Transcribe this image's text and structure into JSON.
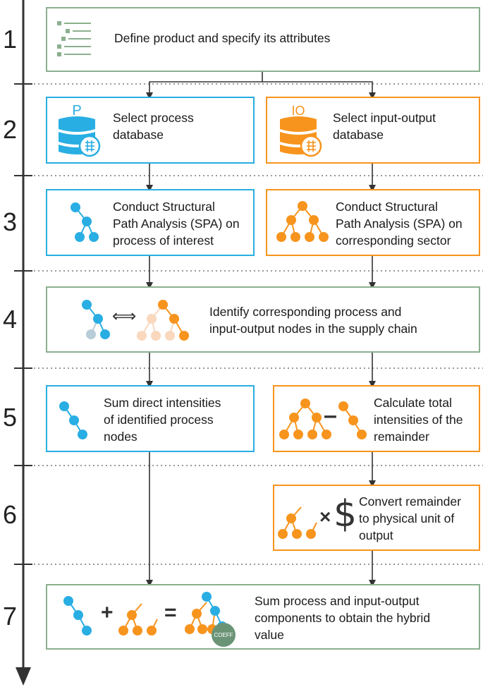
{
  "steps": {
    "s1": {
      "num": "1",
      "text": "Define product and specify its attributes"
    },
    "s2": {
      "num": "2",
      "left_text": "Select process\ndatabase",
      "right_text": "Select input-output\ndatabase"
    },
    "s3": {
      "num": "3",
      "left_text": "Conduct Structural\nPath Analysis (SPA) on\nprocess of interest",
      "right_text": "Conduct Structural\nPath Analysis (SPA) on\ncorresponding sector"
    },
    "s4": {
      "num": "4",
      "text": "Identify corresponding process and\ninput-output nodes in the supply chain",
      "symbol": "⟺"
    },
    "s5": {
      "num": "5",
      "left_text": "Sum direct intensities\nof identified process\nnodes",
      "right_text": "Calculate total\nintensities of the\nremainder",
      "symbol": "–"
    },
    "s6": {
      "num": "6",
      "text": "Convert remainder\nto  physical unit of\noutput",
      "times": "×",
      "currency": "$"
    },
    "s7": {
      "num": "7",
      "text": "Sum process and input-output\ncomponents to obtain the hybrid\nvalue",
      "plus": "+",
      "equals": "=",
      "coeff": "COEFF"
    }
  },
  "db_icons": {
    "process_letter": "P",
    "io_letters": "IO"
  },
  "colors": {
    "green": "#8bb08e",
    "blue": "#29aee3",
    "orange": "#f7941d",
    "axis": "#333333"
  }
}
